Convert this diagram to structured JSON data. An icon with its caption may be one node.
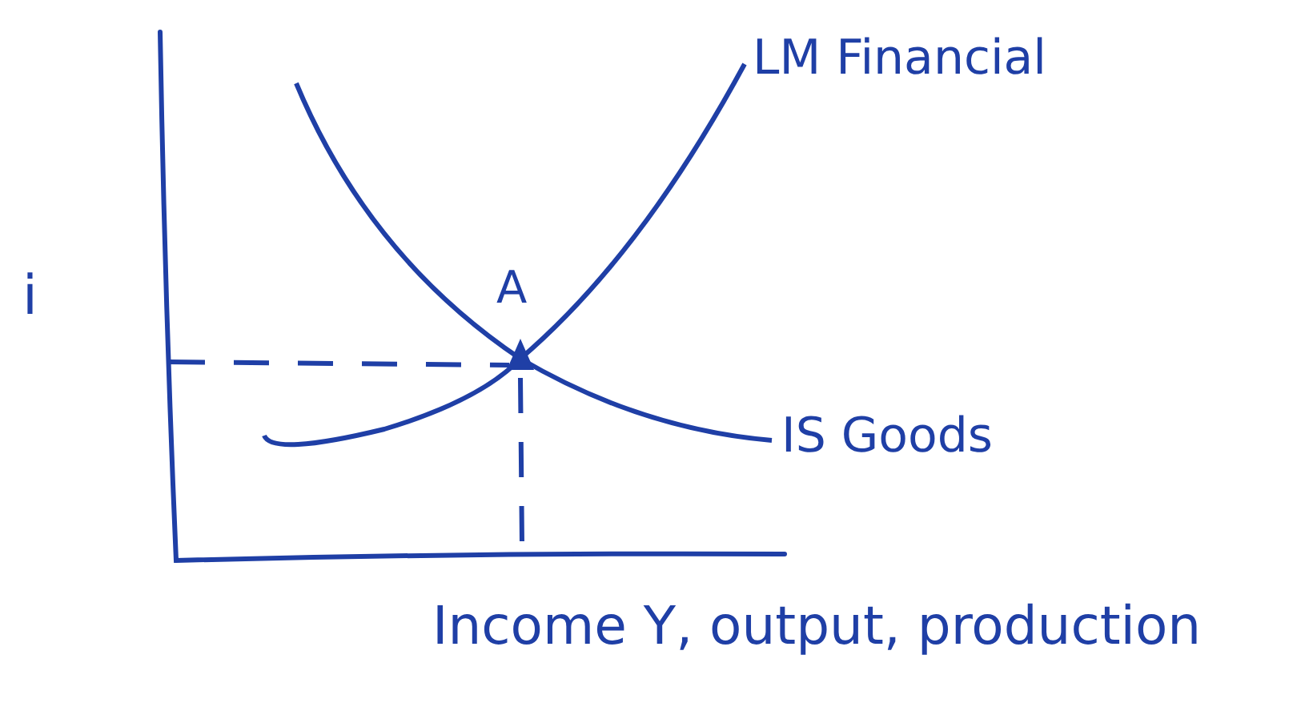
{
  "diagram": {
    "labels": [
      "LM Financial",
      "i",
      "A",
      "IS Goods",
      "Income Y, output, production"
    ]
  }
}
